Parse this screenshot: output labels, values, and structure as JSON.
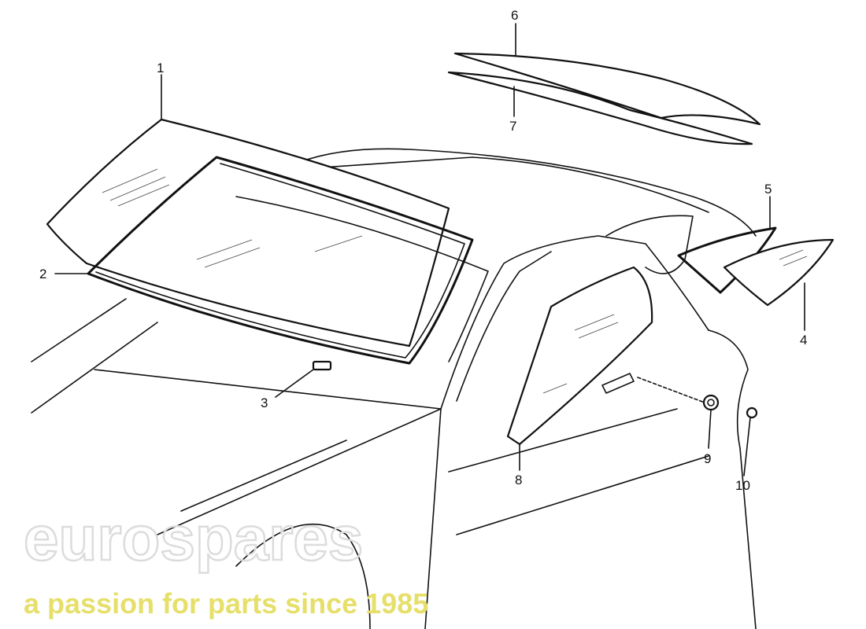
{
  "watermark": {
    "brand": "eurospares",
    "tagline": "a passion for parts since 1985",
    "brand_color": "#e8e8e8",
    "tagline_color": "#f2ee9a"
  },
  "callouts": [
    {
      "id": "1",
      "part": "windshield"
    },
    {
      "id": "2",
      "part": "windshield-seal"
    },
    {
      "id": "3",
      "part": "mirror-base"
    },
    {
      "id": "4",
      "part": "rear-quarter-glass"
    },
    {
      "id": "5",
      "part": "quarter-glass-seal"
    },
    {
      "id": "6",
      "part": "rear-window"
    },
    {
      "id": "7",
      "part": "rear-window-seal"
    },
    {
      "id": "8",
      "part": "door-glass"
    },
    {
      "id": "9",
      "part": "grommet"
    },
    {
      "id": "10",
      "part": "clip"
    }
  ]
}
